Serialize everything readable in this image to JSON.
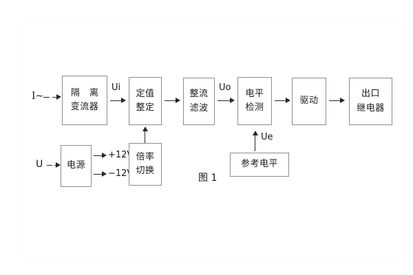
{
  "figure": {
    "caption": "图 1",
    "background_color": "#ffffff",
    "box_border_color": "#8c8c8c",
    "line_color": "#262626"
  },
  "inputs": [
    {
      "id": "current-input",
      "label": "I~"
    },
    {
      "id": "voltage-input",
      "label": "U"
    }
  ],
  "blocks": [
    {
      "id": "isolation-transformer",
      "line1": "隔 离",
      "line2": "变流器"
    },
    {
      "id": "setting-value",
      "line1": "定值",
      "line2": "整定"
    },
    {
      "id": "rectify-filter",
      "line1": "整流",
      "line2": "滤波"
    },
    {
      "id": "level-detect",
      "line1": "电平",
      "line2": "检测"
    },
    {
      "id": "drive",
      "line1": "驱动",
      "line2": ""
    },
    {
      "id": "output-relay",
      "line1": "出口",
      "line2": "继电器"
    },
    {
      "id": "power-supply",
      "line1": "电源",
      "line2": ""
    },
    {
      "id": "multiplier-switch",
      "line1": "倍率",
      "line2": "切换"
    },
    {
      "id": "reference-level",
      "line1": "参考电平",
      "line2": ""
    }
  ],
  "signals": [
    {
      "id": "ui-signal",
      "label": "Ui"
    },
    {
      "id": "uo-signal",
      "label": "Uo"
    },
    {
      "id": "ue-signal",
      "label": "Ue"
    }
  ],
  "power_rails": [
    {
      "id": "rail-positive",
      "label": "+12V"
    },
    {
      "id": "rail-negative",
      "label": "−12V"
    }
  ]
}
